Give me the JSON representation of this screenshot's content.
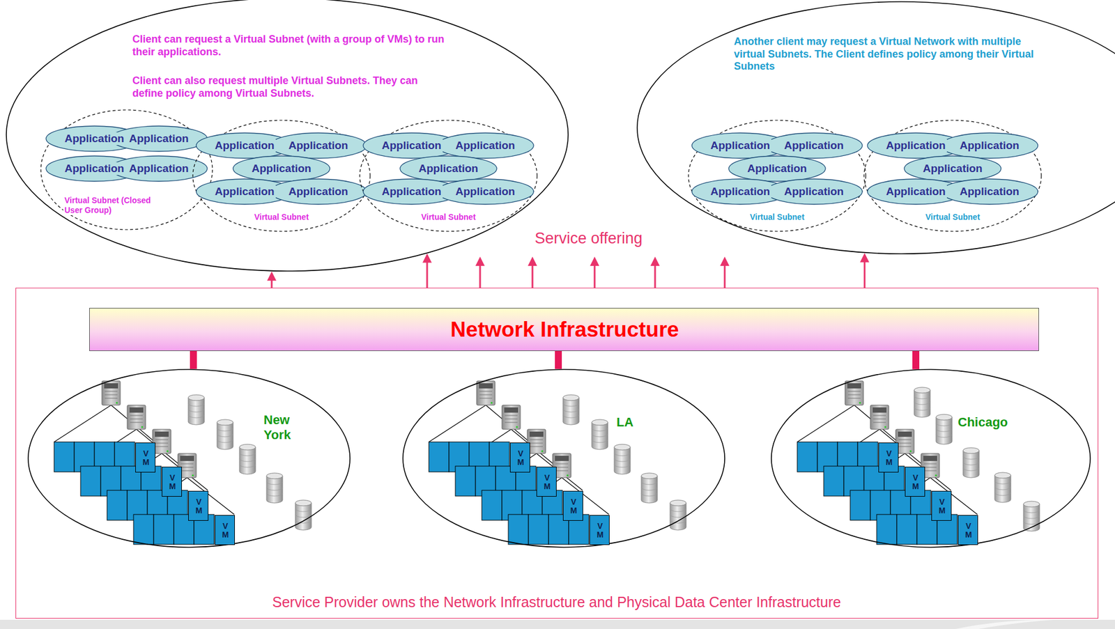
{
  "diagram": {
    "nodes": [
      {
        "text": [
          "Client can request a Virtual Subnet (with a group of VMs) to run their applications.",
          "Client can also request multiple Virtual Subnets. They can define policy among Virtual Subnets."
        ]
      },
      {
        "text": [
          "Virtual Subnet (Closed User Group)"
        ],
        "in": 0
      },
      {
        "text": [
          "Application"
        ],
        "in": 1
      },
      {
        "text": [
          "Application"
        ],
        "in": 1
      },
      {
        "text": [
          "Application"
        ],
        "in": 1
      },
      {
        "text": [
          "Application"
        ],
        "in": 1
      },
      {
        "text": [
          "Virtual Subnet"
        ],
        "in": 0
      },
      {
        "text": [
          "Application"
        ],
        "in": 6
      },
      {
        "text": [
          "Application"
        ],
        "in": 6
      },
      {
        "text": [
          "Application"
        ],
        "in": 6
      },
      {
        "text": [
          "Application"
        ],
        "in": 6
      },
      {
        "text": [
          "Application"
        ],
        "in": 6
      },
      {
        "text": [
          "Virtual Subnet"
        ],
        "in": 0
      },
      {
        "text": [
          "Application"
        ],
        "in": 12
      },
      {
        "text": [
          "Application"
        ],
        "in": 12
      },
      {
        "text": [
          "Application"
        ],
        "in": 12
      },
      {
        "text": [
          "Application"
        ],
        "in": 12
      },
      {
        "text": [
          "Application"
        ],
        "in": 12
      },
      {
        "text": [
          "Another client may request a Virtual Network with multiple virtual Subnets. The Client defines policy among their Virtual Subnets"
        ]
      },
      {
        "text": [
          "Virtual Subnet"
        ],
        "in": 18
      },
      {
        "text": [
          "Application"
        ],
        "in": 19
      },
      {
        "text": [
          "Application"
        ],
        "in": 19
      },
      {
        "text": [
          "Application"
        ],
        "in": 19
      },
      {
        "text": [
          "Application"
        ],
        "in": 19
      },
      {
        "text": [
          "Application"
        ],
        "in": 19
      },
      {
        "text": [
          "Virtual Subnet"
        ],
        "in": 18
      },
      {
        "text": [
          "Application"
        ],
        "in": 25
      },
      {
        "text": [
          "Application"
        ],
        "in": 25
      },
      {
        "text": [
          "Application"
        ],
        "in": 25
      },
      {
        "text": [
          "Application"
        ],
        "in": 25
      },
      {
        "text": [
          "Application"
        ],
        "in": 25
      },
      {
        "text": [
          "Service Provider owns the Network Infrastructure and Physical Data Center Infrastructure"
        ]
      },
      {
        "text": [
          "Network Infrastructure"
        ],
        "in": 31
      },
      {
        "text": [
          "New York"
        ],
        "in": 31
      },
      {
        "text": [
          "V M"
        ],
        "in": 33
      },
      {
        "text": [
          "V M"
        ],
        "in": 33
      },
      {
        "text": [
          "V M"
        ],
        "in": 33
      },
      {
        "text": [
          "V M"
        ],
        "in": 33
      },
      {
        "text": [
          "LA"
        ],
        "in": 31
      },
      {
        "text": [
          "V M"
        ],
        "in": 38
      },
      {
        "text": [
          "V M"
        ],
        "in": 38
      },
      {
        "text": [
          "V M"
        ],
        "in": 38
      },
      {
        "text": [
          "V M"
        ],
        "in": 38
      },
      {
        "text": [
          "Chicago"
        ],
        "in": 31
      },
      {
        "text": [
          "V M"
        ],
        "in": 43
      },
      {
        "text": [
          "V M"
        ],
        "in": 43
      },
      {
        "text": [
          "V M"
        ],
        "in": 43
      },
      {
        "text": [
          "V M"
        ],
        "in": 43
      }
    ],
    "edges": [
      {
        "from": 31,
        "to": 0,
        "arrow": "to"
      },
      {
        "from": 31,
        "to": 0,
        "arrow": "to"
      },
      {
        "from": 31,
        "to": 18,
        "arrow": "to"
      },
      {
        "from": 32,
        "to": 33,
        "arrow": "none"
      },
      {
        "from": 32,
        "to": 38,
        "arrow": "none"
      },
      {
        "from": 32,
        "to": 43,
        "arrow": "none"
      }
    ],
    "labels": [
      "Service offering"
    ]
  }
}
